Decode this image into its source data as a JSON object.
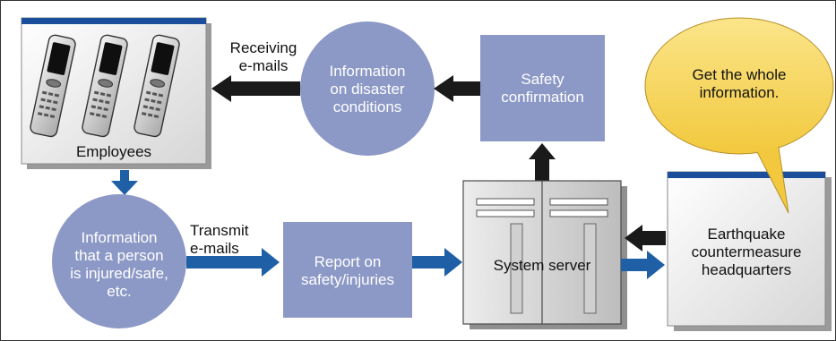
{
  "nodes": {
    "employees": {
      "label": "Employees"
    },
    "disaster_info": {
      "line1": "Information",
      "line2": "on disaster",
      "line3": "conditions"
    },
    "safety_confirmation": {
      "line1": "Safety",
      "line2": "confirmation"
    },
    "person_info": {
      "line1": "Information",
      "line2": "that a person",
      "line3": "is injured/safe,",
      "line4": "etc."
    },
    "report": {
      "line1": "Report on",
      "line2": "safety/injuries"
    },
    "system_server": {
      "label": "System server"
    },
    "headquarters": {
      "line1": "Earthquake",
      "line2": "countermeasure",
      "line3": "headquarters"
    },
    "speech_bubble": {
      "line1": "Get the whole",
      "line2": "information."
    }
  },
  "edges": {
    "receiving": {
      "line1": "Receiving",
      "line2": "e-mails"
    },
    "transmit": {
      "line1": "Transmit",
      "line2": "e-mails"
    }
  },
  "colors": {
    "node_fill": "#8c99c6",
    "blue_arrow": "#1f5fa6",
    "dark_arrow": "#1a1a1a",
    "bubble_fill": "#f9dd6a",
    "box_top_bar": "#1b4f9c"
  }
}
